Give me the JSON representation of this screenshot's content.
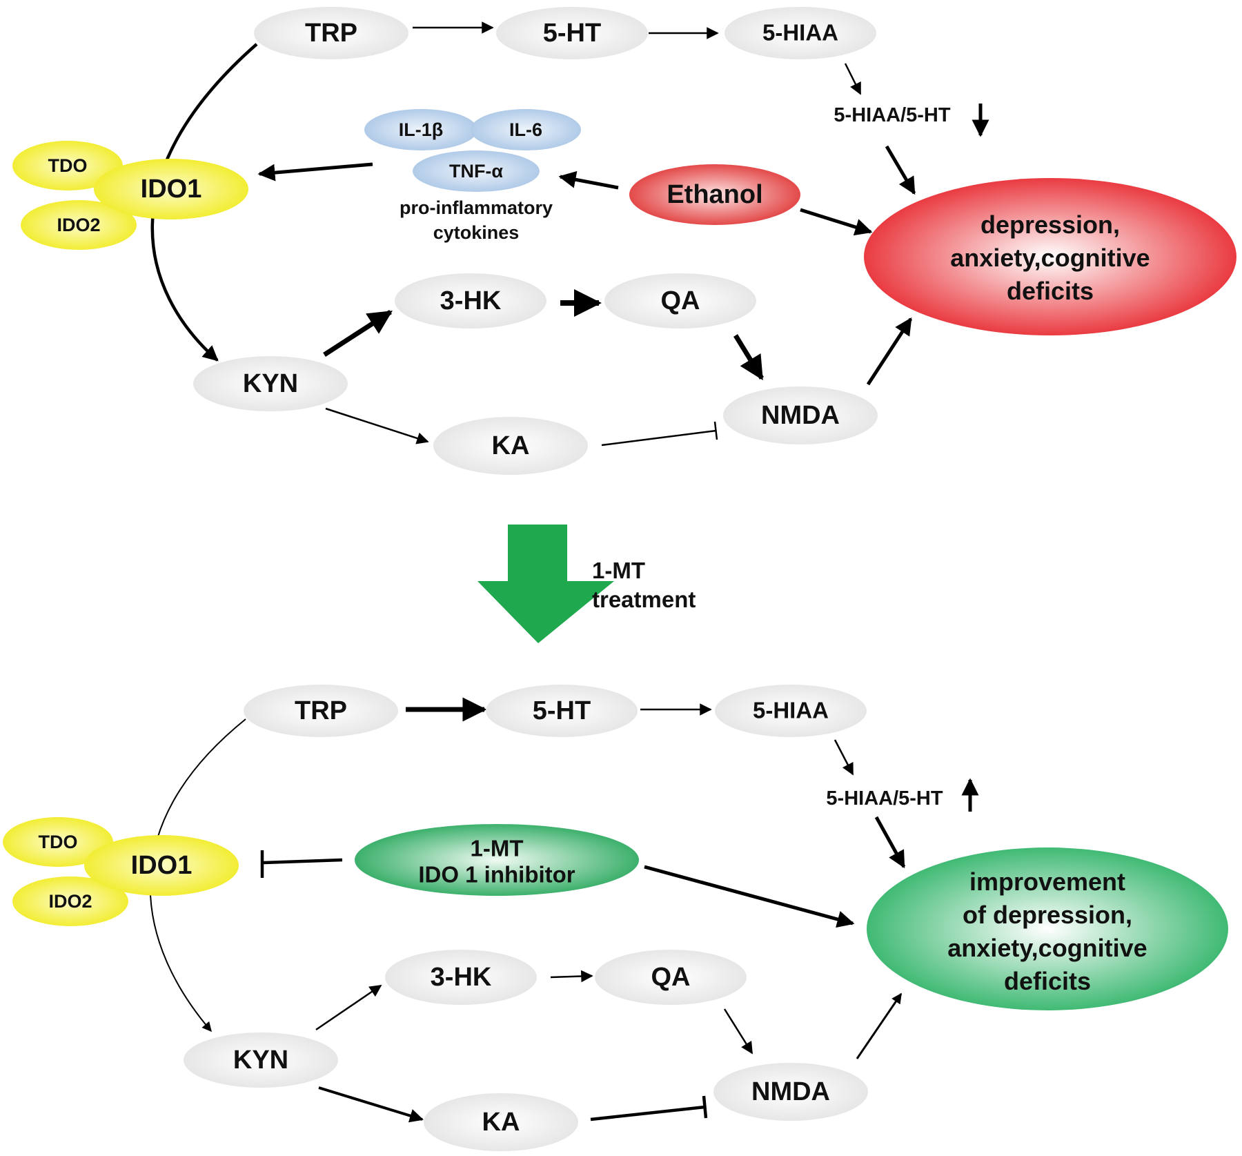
{
  "top": {
    "trp": "TRP",
    "ht5": "5-HT",
    "hiaa5": "5-HIAA",
    "ratio": "5-HIAA/5-HT",
    "ratio_arrow": "down",
    "tdo": "TDO",
    "ido1": "IDO1",
    "ido2": "IDO2",
    "il1b": "IL-1β",
    "il6": "IL-6",
    "tnfa": "TNF-α",
    "cytokines_line1": "pro-inflammatory",
    "cytokines_line2": "cytokines",
    "ethanol": "Ethanol",
    "outcome_line1": "depression,",
    "outcome_line2": "anxiety,cognitive",
    "outcome_line3": "deficits",
    "hk3": "3-HK",
    "qa": "QA",
    "kyn": "KYN",
    "nmda": "NMDA",
    "ka": "KA"
  },
  "transition": {
    "label_line1": "1-MT",
    "label_line2": "treatment"
  },
  "bottom": {
    "trp": "TRP",
    "ht5": "5-HT",
    "hiaa5": "5-HIAA",
    "ratio": "5-HIAA/5-HT",
    "ratio_arrow": "up",
    "tdo": "TDO",
    "ido1": "IDO1",
    "ido2": "IDO2",
    "inhibitor_line1": "1-MT",
    "inhibitor_line2": "IDO 1 inhibitor",
    "outcome_line1": "improvement",
    "outcome_line2": "of depression,",
    "outcome_line3": "anxiety,cognitive",
    "outcome_line4": "deficits",
    "hk3": "3-HK",
    "qa": "QA",
    "kyn": "KYN",
    "nmda": "NMDA",
    "ka": "KA"
  },
  "colors": {
    "node_gray": "#e6e6e6",
    "enzyme_yellow": "#f2ee1c",
    "cytokine_blue": "#a9c6e6",
    "ethanol_red": "#e02828",
    "outcome_red": "#e8171e",
    "inhibitor_green": "#1aa454",
    "outcome_green": "#1eae5c",
    "transition_arrow": "#1fa84d"
  }
}
